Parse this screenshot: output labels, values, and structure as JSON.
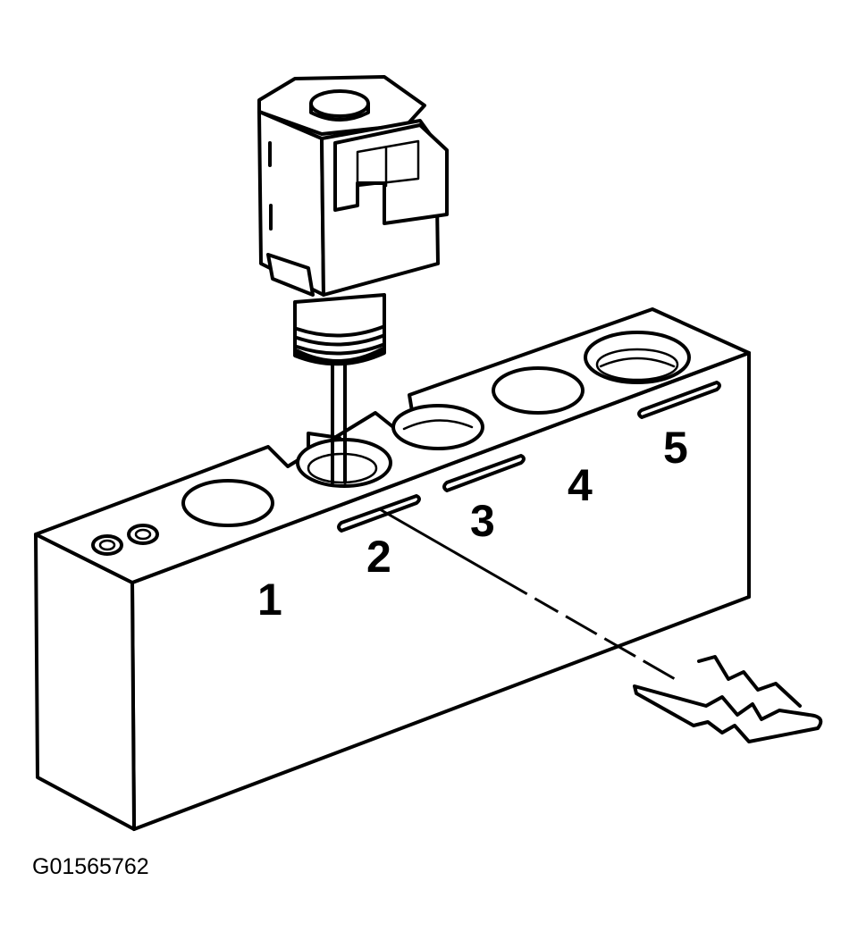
{
  "diagram": {
    "figure_id": "G01565762",
    "bore_labels": [
      "1",
      "2",
      "3",
      "4",
      "5"
    ]
  }
}
